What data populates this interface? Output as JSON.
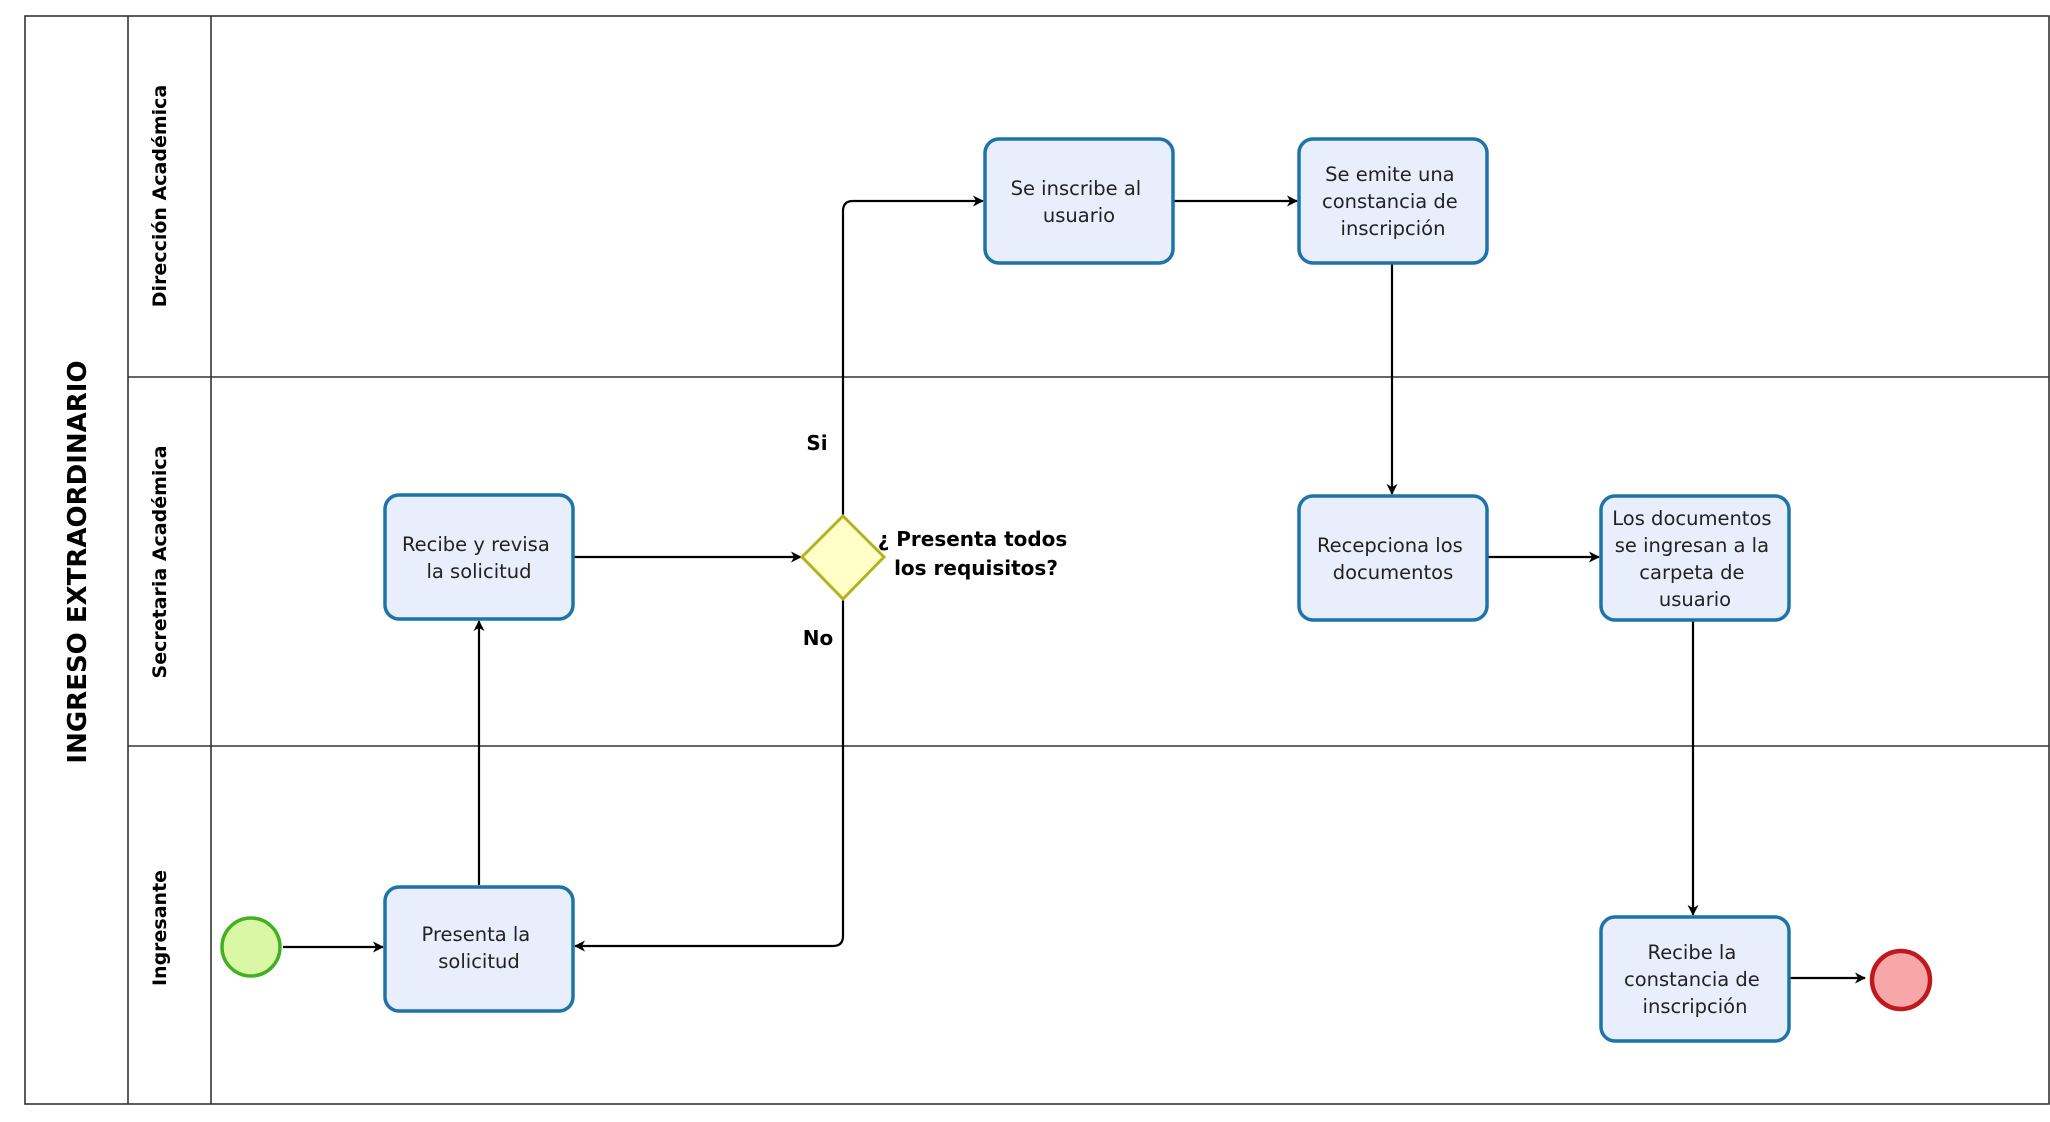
{
  "pool": {
    "title": "INGRESO EXTRAORDINARIO"
  },
  "lanes": {
    "direccion": "Dirección Académica",
    "secretaria": "Secretaria Académica",
    "ingresante": "Ingresante"
  },
  "tasks": {
    "presenta": [
      "Presenta la",
      "solicitud"
    ],
    "recibe_revisa": [
      "Recibe y revisa",
      "la solicitud"
    ],
    "inscribe": [
      "Se inscribe al",
      "usuario"
    ],
    "emite": [
      "Se emite una",
      "constancia de",
      "inscripción"
    ],
    "recepciona": [
      "Recepciona los",
      "documentos"
    ],
    "ingresan": [
      "Los documentos",
      "se ingresan a la",
      "carpeta de",
      "usuario"
    ],
    "recibe_constancia": [
      "Recibe la",
      "constancia de",
      "inscripción"
    ]
  },
  "gateway": {
    "question": [
      "¿ Presenta todos",
      "los requisitos?"
    ]
  },
  "flow_labels": {
    "yes": "Si",
    "no": "No"
  },
  "colors": {
    "task_fill": "#e8eefb",
    "task_stroke": "#1e73a8",
    "start_fill": "#d9f7a4",
    "start_stroke": "#41b021",
    "end_fill": "#f7a7a7",
    "end_stroke": "#c0181e",
    "gateway_fill": "#ffffc8",
    "gateway_stroke": "#b3b320"
  }
}
